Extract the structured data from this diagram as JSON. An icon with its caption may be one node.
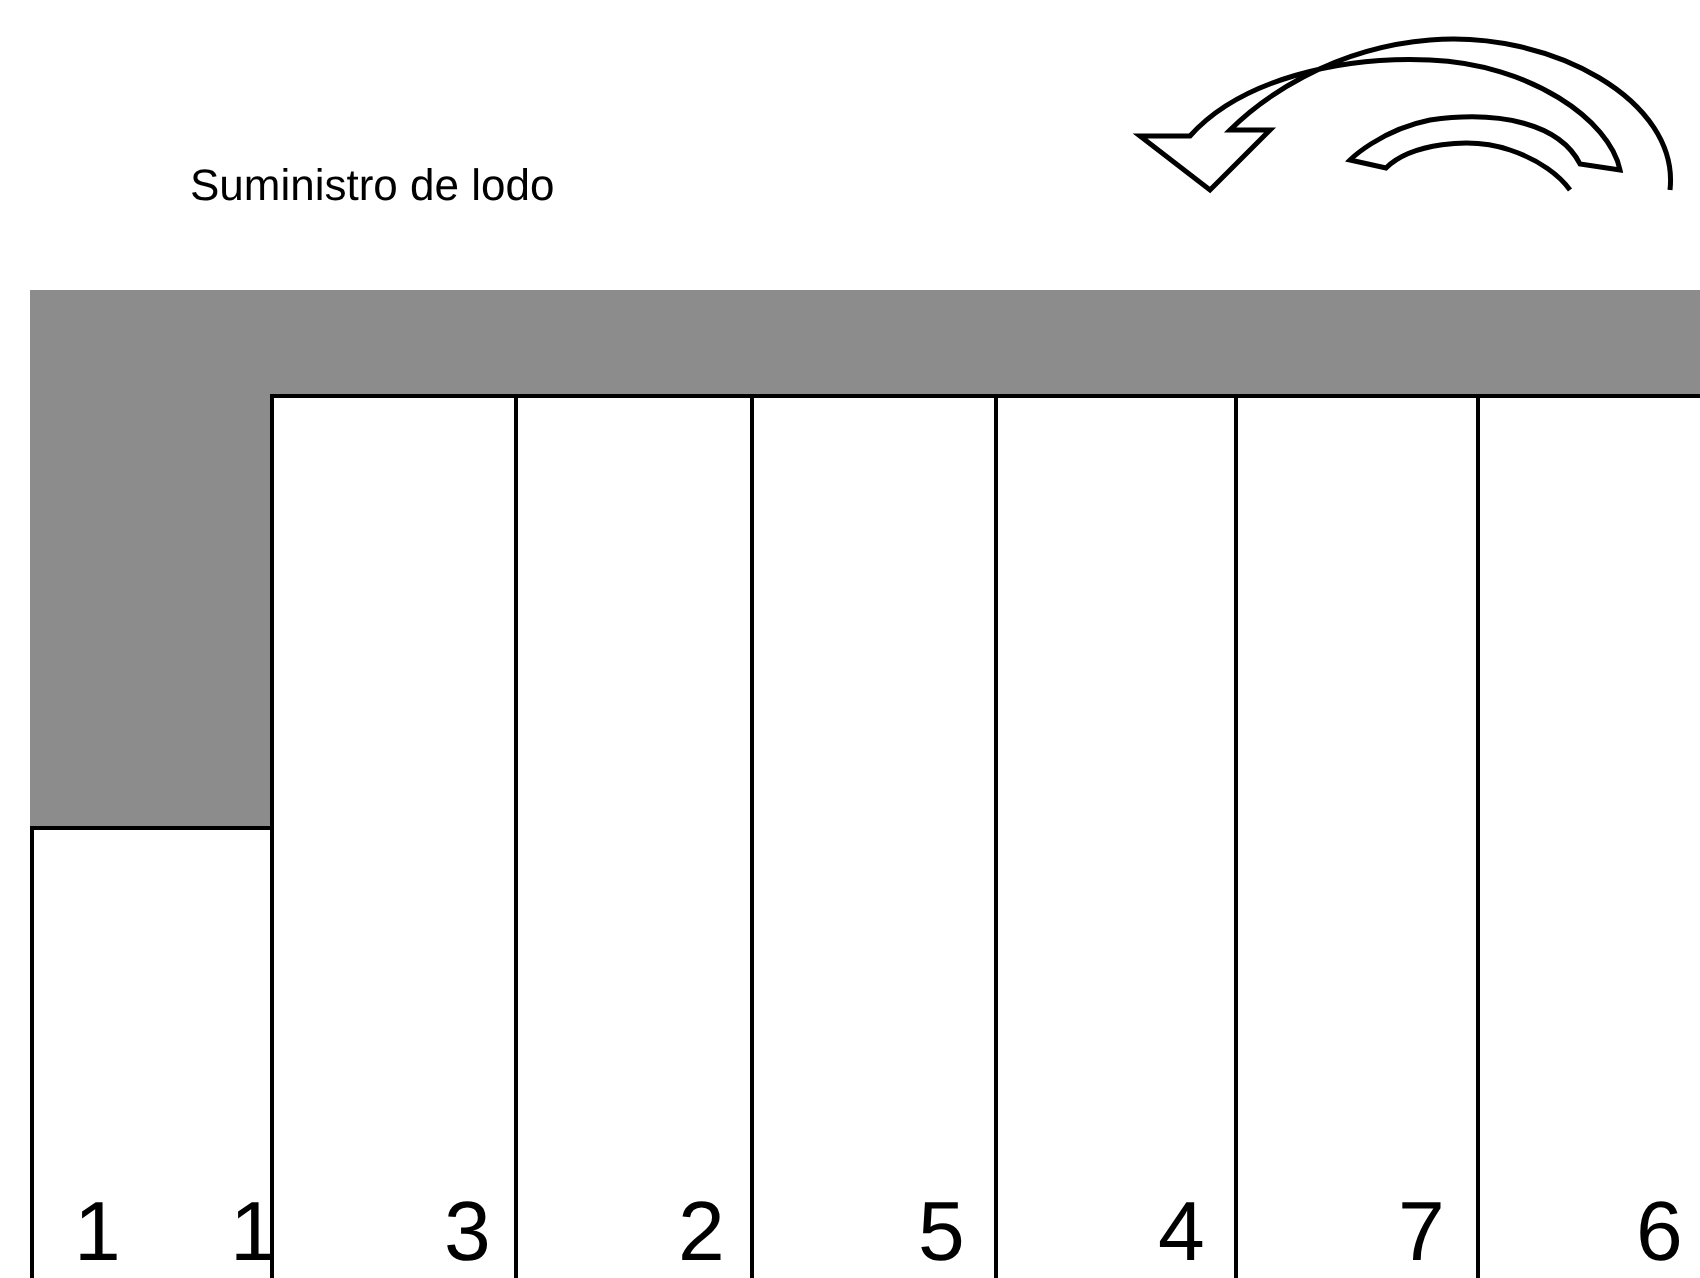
{
  "diagram": {
    "nodes": [
      {
        "text": [
          "1",
          "1"
        ]
      },
      {
        "text": [
          "3"
        ]
      },
      {
        "text": [
          "2"
        ]
      },
      {
        "text": [
          "5"
        ]
      },
      {
        "text": [
          "4"
        ]
      },
      {
        "text": [
          "7"
        ]
      },
      {
        "text": [
          "6"
        ]
      }
    ],
    "labels": [
      "Suministro de lodo"
    ]
  }
}
